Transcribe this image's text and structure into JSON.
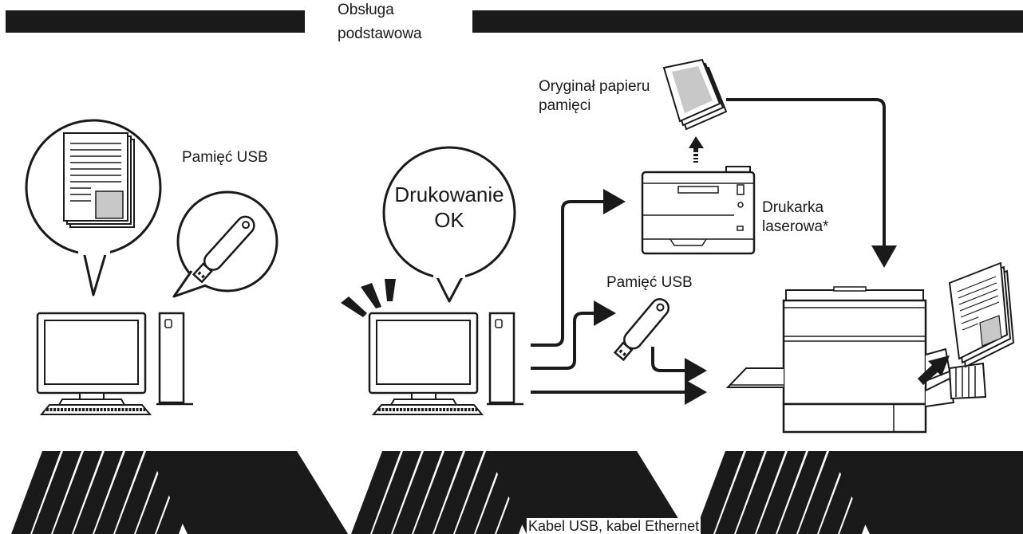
{
  "header": {
    "title_line1": "Obsługa",
    "title_line2": "podstawowa"
  },
  "labels": {
    "usb_memory_left": "Pamięć USB",
    "print_ok_line1": "Drukowanie",
    "print_ok_line2": "OK",
    "paper_original_line1": "Oryginał papieru",
    "paper_original_line2": "pamięci",
    "laser_printer_line1": "Drukarka",
    "laser_printer_line2": "laserowa*",
    "usb_memory_mid": "Pamięć USB",
    "cable_note": "Kabel USB, kabel Ethernet"
  },
  "colors": {
    "ink": "#1a1a1a",
    "gray_fill": "#c8c8c8",
    "light_gray": "#e6e6e6"
  }
}
